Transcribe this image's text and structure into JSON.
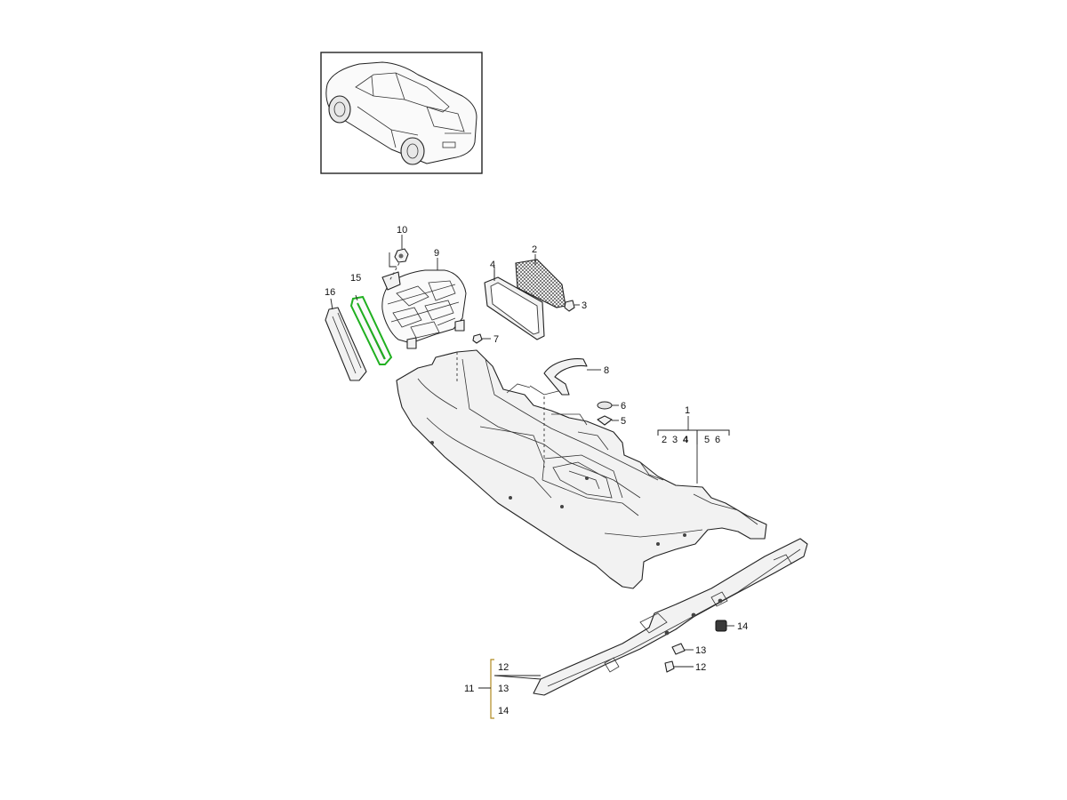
{
  "diagram": {
    "callouts": {
      "c1": "1",
      "c2": "2",
      "c3": "3",
      "c4": "4",
      "c5": "5",
      "c6": "6",
      "c7": "7",
      "c8": "8",
      "c9": "9",
      "c10": "10",
      "c11": "11",
      "c12a": "12",
      "c12b": "12",
      "c13a": "13",
      "c13b": "13",
      "c14a": "14",
      "c14b": "14",
      "c15": "15",
      "c16": "16"
    },
    "subparts_of_1": [
      "2",
      "3",
      "4",
      "5",
      "6"
    ],
    "subparts_of_11": [
      "12",
      "13",
      "14"
    ],
    "highlighted_part": "15",
    "highlight_color": "#20b020"
  }
}
